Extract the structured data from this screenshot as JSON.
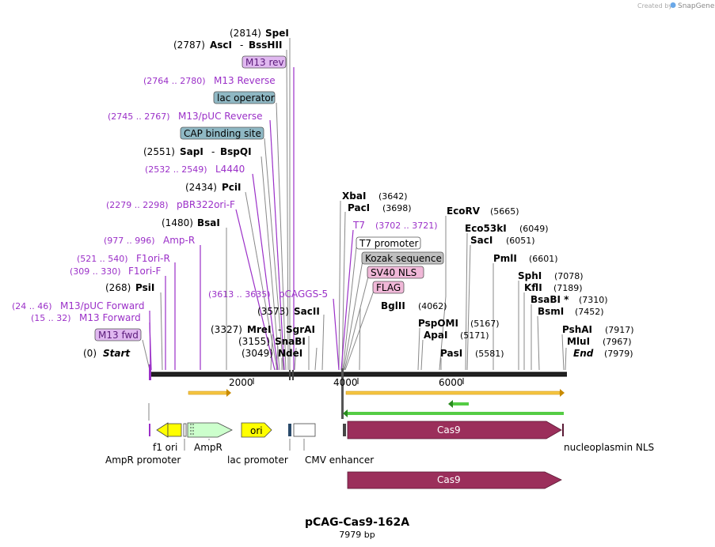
{
  "branding": {
    "created_by": "Created by",
    "app_name": "SnapGene"
  },
  "plasmid": {
    "name": "pCAG-Cas9-162A",
    "length_label": "7979 bp"
  },
  "ruler": {
    "ticks": [
      "2000",
      "4000",
      "6000"
    ]
  },
  "site_labels": [
    {
      "pos": "(2814)",
      "name": "SpeI",
      "kind": "enzyme"
    },
    {
      "pos": "(2787)",
      "name": "AscI",
      "sep": "-",
      "name2": "BssHII",
      "kind": "enzyme"
    },
    {
      "name": "M13 rev",
      "kind": "boxed-primer"
    },
    {
      "pos": "(2764 .. 2780)",
      "name": "M13 Reverse",
      "kind": "primer"
    },
    {
      "name": "lac operator",
      "kind": "boxed-feature"
    },
    {
      "pos": "(2745 .. 2767)",
      "name": "M13/pUC Reverse",
      "kind": "primer"
    },
    {
      "name": "CAP binding site",
      "kind": "boxed-feature"
    },
    {
      "pos": "(2551)",
      "name": "SapI",
      "sep": "-",
      "name2": "BspQI",
      "kind": "enzyme"
    },
    {
      "pos": "(2532 .. 2549)",
      "name": "L4440",
      "kind": "primer"
    },
    {
      "pos": "(2434)",
      "name": "PciI",
      "kind": "enzyme"
    },
    {
      "pos": "(2279 .. 2298)",
      "name": "pBR322ori-F",
      "kind": "primer"
    },
    {
      "pos": "(1480)",
      "name": "BsaI",
      "kind": "enzyme"
    },
    {
      "pos": "(977 .. 996)",
      "name": "Amp-R",
      "kind": "primer"
    },
    {
      "pos": "(521 .. 540)",
      "name": "F1ori-R",
      "kind": "primer"
    },
    {
      "pos": "(309 .. 330)",
      "name": "F1ori-F",
      "kind": "primer"
    },
    {
      "pos": "(268)",
      "name": "PsiI",
      "kind": "enzyme"
    },
    {
      "pos": "(24 .. 46)",
      "name": "M13/pUC Forward",
      "kind": "primer"
    },
    {
      "pos": "(15 .. 32)",
      "name": "M13 Forward",
      "kind": "primer"
    },
    {
      "name": "M13 fwd",
      "kind": "boxed-primer"
    },
    {
      "pos": "(0)",
      "name": "Start",
      "kind": "terminus"
    },
    {
      "pos": "(3613 .. 3635)",
      "name": "pCAGGS-5",
      "kind": "primer"
    },
    {
      "pos": "(3573)",
      "name": "SacII",
      "kind": "enzyme"
    },
    {
      "pos": "(3327)",
      "name": "MreI",
      "sep": "-",
      "name2": "SgrAI",
      "kind": "enzyme"
    },
    {
      "pos": "(3155)",
      "name": "SnaBI",
      "kind": "enzyme"
    },
    {
      "pos": "(3049)",
      "name": "NdeI",
      "kind": "enzyme"
    },
    {
      "name": "XbaI",
      "pos": "(3642)",
      "kind": "enzyme-r"
    },
    {
      "name": "PacI",
      "pos": "(3698)",
      "kind": "enzyme-r"
    },
    {
      "name": "T7",
      "pos": "(3702 .. 3721)",
      "kind": "primer-r"
    },
    {
      "name": "T7 promoter",
      "kind": "boxed-white"
    },
    {
      "name": "Kozak sequence",
      "kind": "boxed-grey"
    },
    {
      "name": "SV40 NLS",
      "kind": "boxed-pink"
    },
    {
      "name": "FLAG",
      "kind": "boxed-pink"
    },
    {
      "name": "BglII",
      "pos": "(4062)",
      "kind": "enzyme-r"
    },
    {
      "name": "EcoRV",
      "pos": "(5665)",
      "kind": "enzyme-r"
    },
    {
      "name": "Eco53kI",
      "pos": "(6049)",
      "kind": "enzyme-r"
    },
    {
      "name": "SacI",
      "pos": "(6051)",
      "kind": "enzyme-r"
    },
    {
      "name": "PmlI",
      "pos": "(6601)",
      "kind": "enzyme-r"
    },
    {
      "name": "PspOMI",
      "pos": "(5167)",
      "kind": "enzyme-r"
    },
    {
      "name": "ApaI",
      "pos": "(5171)",
      "kind": "enzyme-r"
    },
    {
      "name": "PasI",
      "pos": "(5581)",
      "kind": "enzyme-r"
    },
    {
      "name": "SphI",
      "pos": "(7078)",
      "kind": "enzyme-r"
    },
    {
      "name": "KflI",
      "pos": "(7189)",
      "kind": "enzyme-r"
    },
    {
      "name": "BsaBI *",
      "pos": "(7310)",
      "kind": "enzyme-r"
    },
    {
      "name": "BsmI",
      "pos": "(7452)",
      "kind": "enzyme-r"
    },
    {
      "name": "PshAI",
      "pos": "(7917)",
      "kind": "enzyme-r"
    },
    {
      "name": "MluI",
      "pos": "(7967)",
      "kind": "enzyme-r"
    },
    {
      "name": "End",
      "pos": "(7979)",
      "kind": "terminus-r"
    }
  ],
  "features": {
    "f1_ori": "f1 ori",
    "ampr_promoter": "AmpR promoter",
    "ampr": "AmpR",
    "ori": "ori",
    "lac_promoter": "lac promoter",
    "cmv_enhancer": "CMV enhancer",
    "cas9": "Cas9",
    "nucleoplasmin_nls": "nucleoplasmin NLS"
  },
  "colors": {
    "primer": "#9b30c8",
    "cas9": "#9b2f5b",
    "yellow_feature": "#ffff00",
    "ampr": "#ccffcc",
    "lac_operator": "#8fb8c4",
    "kozak": "#c0c0c0",
    "nls_pink": "#f0b8d8",
    "orange_arrow": "#f5c542",
    "green_arrow": "#55cc44"
  }
}
